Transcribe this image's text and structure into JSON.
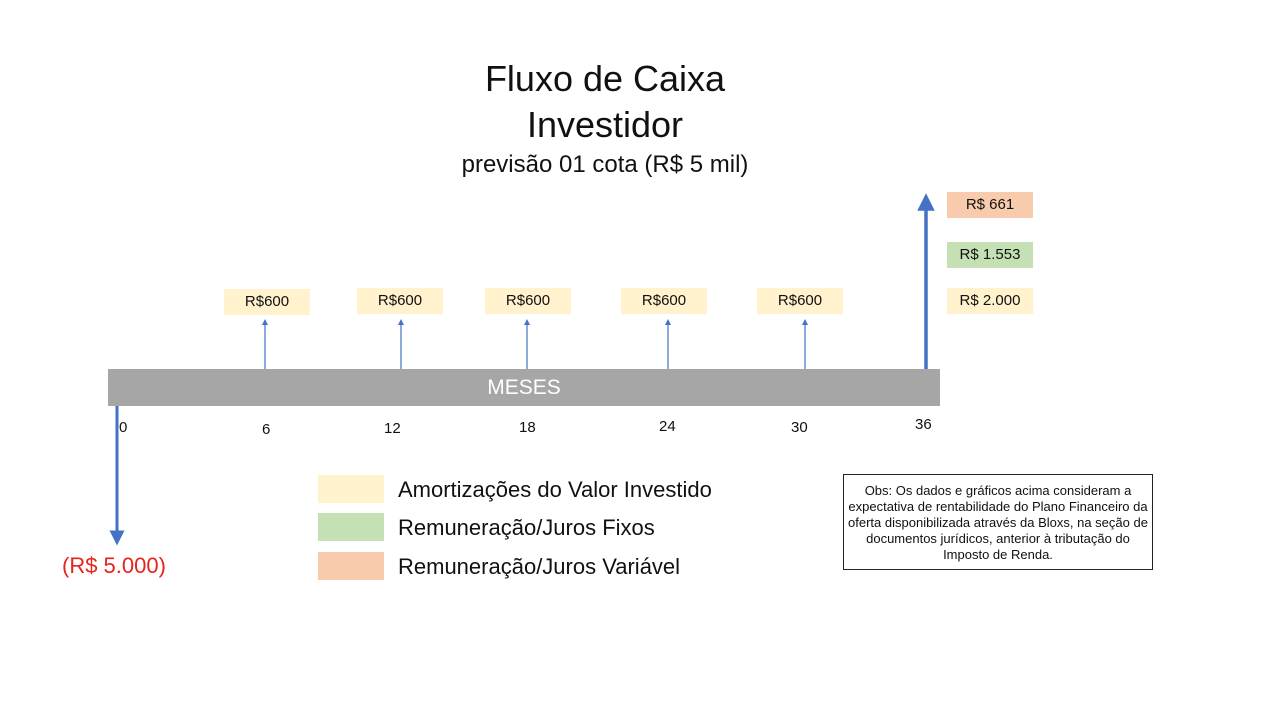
{
  "title": {
    "line1": "Fluxo de Caixa",
    "line2": "Investidor",
    "subtitle": "previsão 01 cota (R$ 5 mil)"
  },
  "timeline": {
    "bar_label": "MESES",
    "ticks": [
      "0",
      "6",
      "12",
      "18",
      "24",
      "30",
      "36"
    ]
  },
  "flows": {
    "initial_outflow": "(R$ 5.000)",
    "periodic_inflows": [
      "R$600",
      "R$600",
      "R$600",
      "R$600",
      "R$600"
    ],
    "final_inflows": {
      "variable": "R$ 661",
      "fixed": "R$ 1.553",
      "amortization": "R$ 2.000"
    }
  },
  "legend": [
    {
      "label": "Amortizações do Valor Investido",
      "color": "#fff2cc"
    },
    {
      "label": "Remuneração/Juros Fixos",
      "color": "#c5e0b4"
    },
    {
      "label": "Remuneração/Juros Variável",
      "color": "#f8cbad"
    }
  ],
  "note": "Obs: Os dados e gráficos acima consideram a expectativa de rentabilidade do Plano Financeiro da oferta disponibilizada através da Bloxs, na seção de documentos jurídicos, anterior à tributação do Imposto de Renda.",
  "colors": {
    "arrow": "#4472c4",
    "bar": "#a6a6a6",
    "negative": "#e8231c",
    "amortization": "#fff2cc",
    "fixed": "#c5e0b4",
    "variable": "#f8cbad"
  }
}
